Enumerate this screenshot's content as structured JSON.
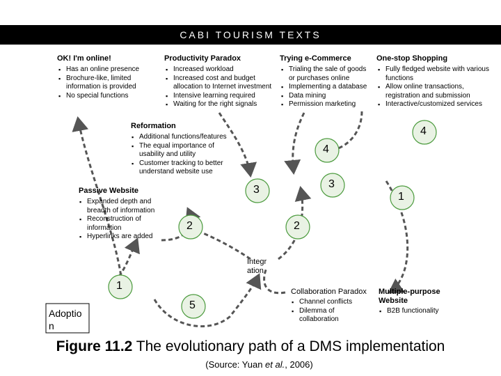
{
  "header": {
    "title": "CABI TOURISM TEXTS"
  },
  "stages": {
    "ok_online": {
      "heading": "OK! I'm online!",
      "items": [
        "Has an online presence",
        "Brochure-like, limited information is provided",
        "No special functions"
      ]
    },
    "productivity": {
      "heading": "Productivity Paradox",
      "items": [
        "Increased workload",
        "Increased cost and budget allocation to Internet investment",
        "Intensive learning required",
        "Waiting for the right signals"
      ]
    },
    "ecommerce": {
      "heading": "Trying e-Commerce",
      "items": [
        "Trialing the sale of goods or purchases online",
        "Implementing a database",
        "Data mining",
        "Permission marketing"
      ]
    },
    "one_stop": {
      "heading": "One-stop Shopping",
      "items": [
        "Fully fledged website with various functions",
        "Allow online transactions, registration and submission",
        "Interactive/customized services"
      ]
    },
    "reformation": {
      "heading": "Reformation",
      "items": [
        "Additional functions/features",
        "The equal importance of usability and utility",
        "Customer tracking to better understand website use"
      ]
    },
    "passive": {
      "heading": "Passive Website",
      "items": [
        "Expanded depth and breadth of information",
        "Reconstruction of information",
        "Hyperlinks are added"
      ]
    },
    "collaboration": {
      "heading": "Collaboration Paradox",
      "items": [
        "Channel conflicts",
        "Dilemma of collaboration"
      ]
    },
    "multipurpose": {
      "heading": "Multiple-purpose Website",
      "items": [
        "B2B functionality"
      ]
    },
    "adoption": {
      "label": "Adoption"
    },
    "integration": {
      "label": "Integration"
    }
  },
  "step_numbers": {
    "n4_right": "4",
    "n4_mid": "4",
    "n3_right": "3",
    "n3_mid": "3",
    "n1_right": "1",
    "n2_left": "2",
    "n2_right": "2",
    "n1_left": "1",
    "n5": "5"
  },
  "caption": {
    "figure_label": "Figure 11.2",
    "text": " The evolutionary path of a DMS implementation"
  },
  "source": {
    "prefix": "(Source: Yuan ",
    "etal": "et al.",
    "suffix": ", 2006)"
  },
  "colors": {
    "banner": "#000000",
    "circle_fill": "#e9f2e4",
    "circle_stroke": "#4a9a3c",
    "arrow": "#555555"
  }
}
